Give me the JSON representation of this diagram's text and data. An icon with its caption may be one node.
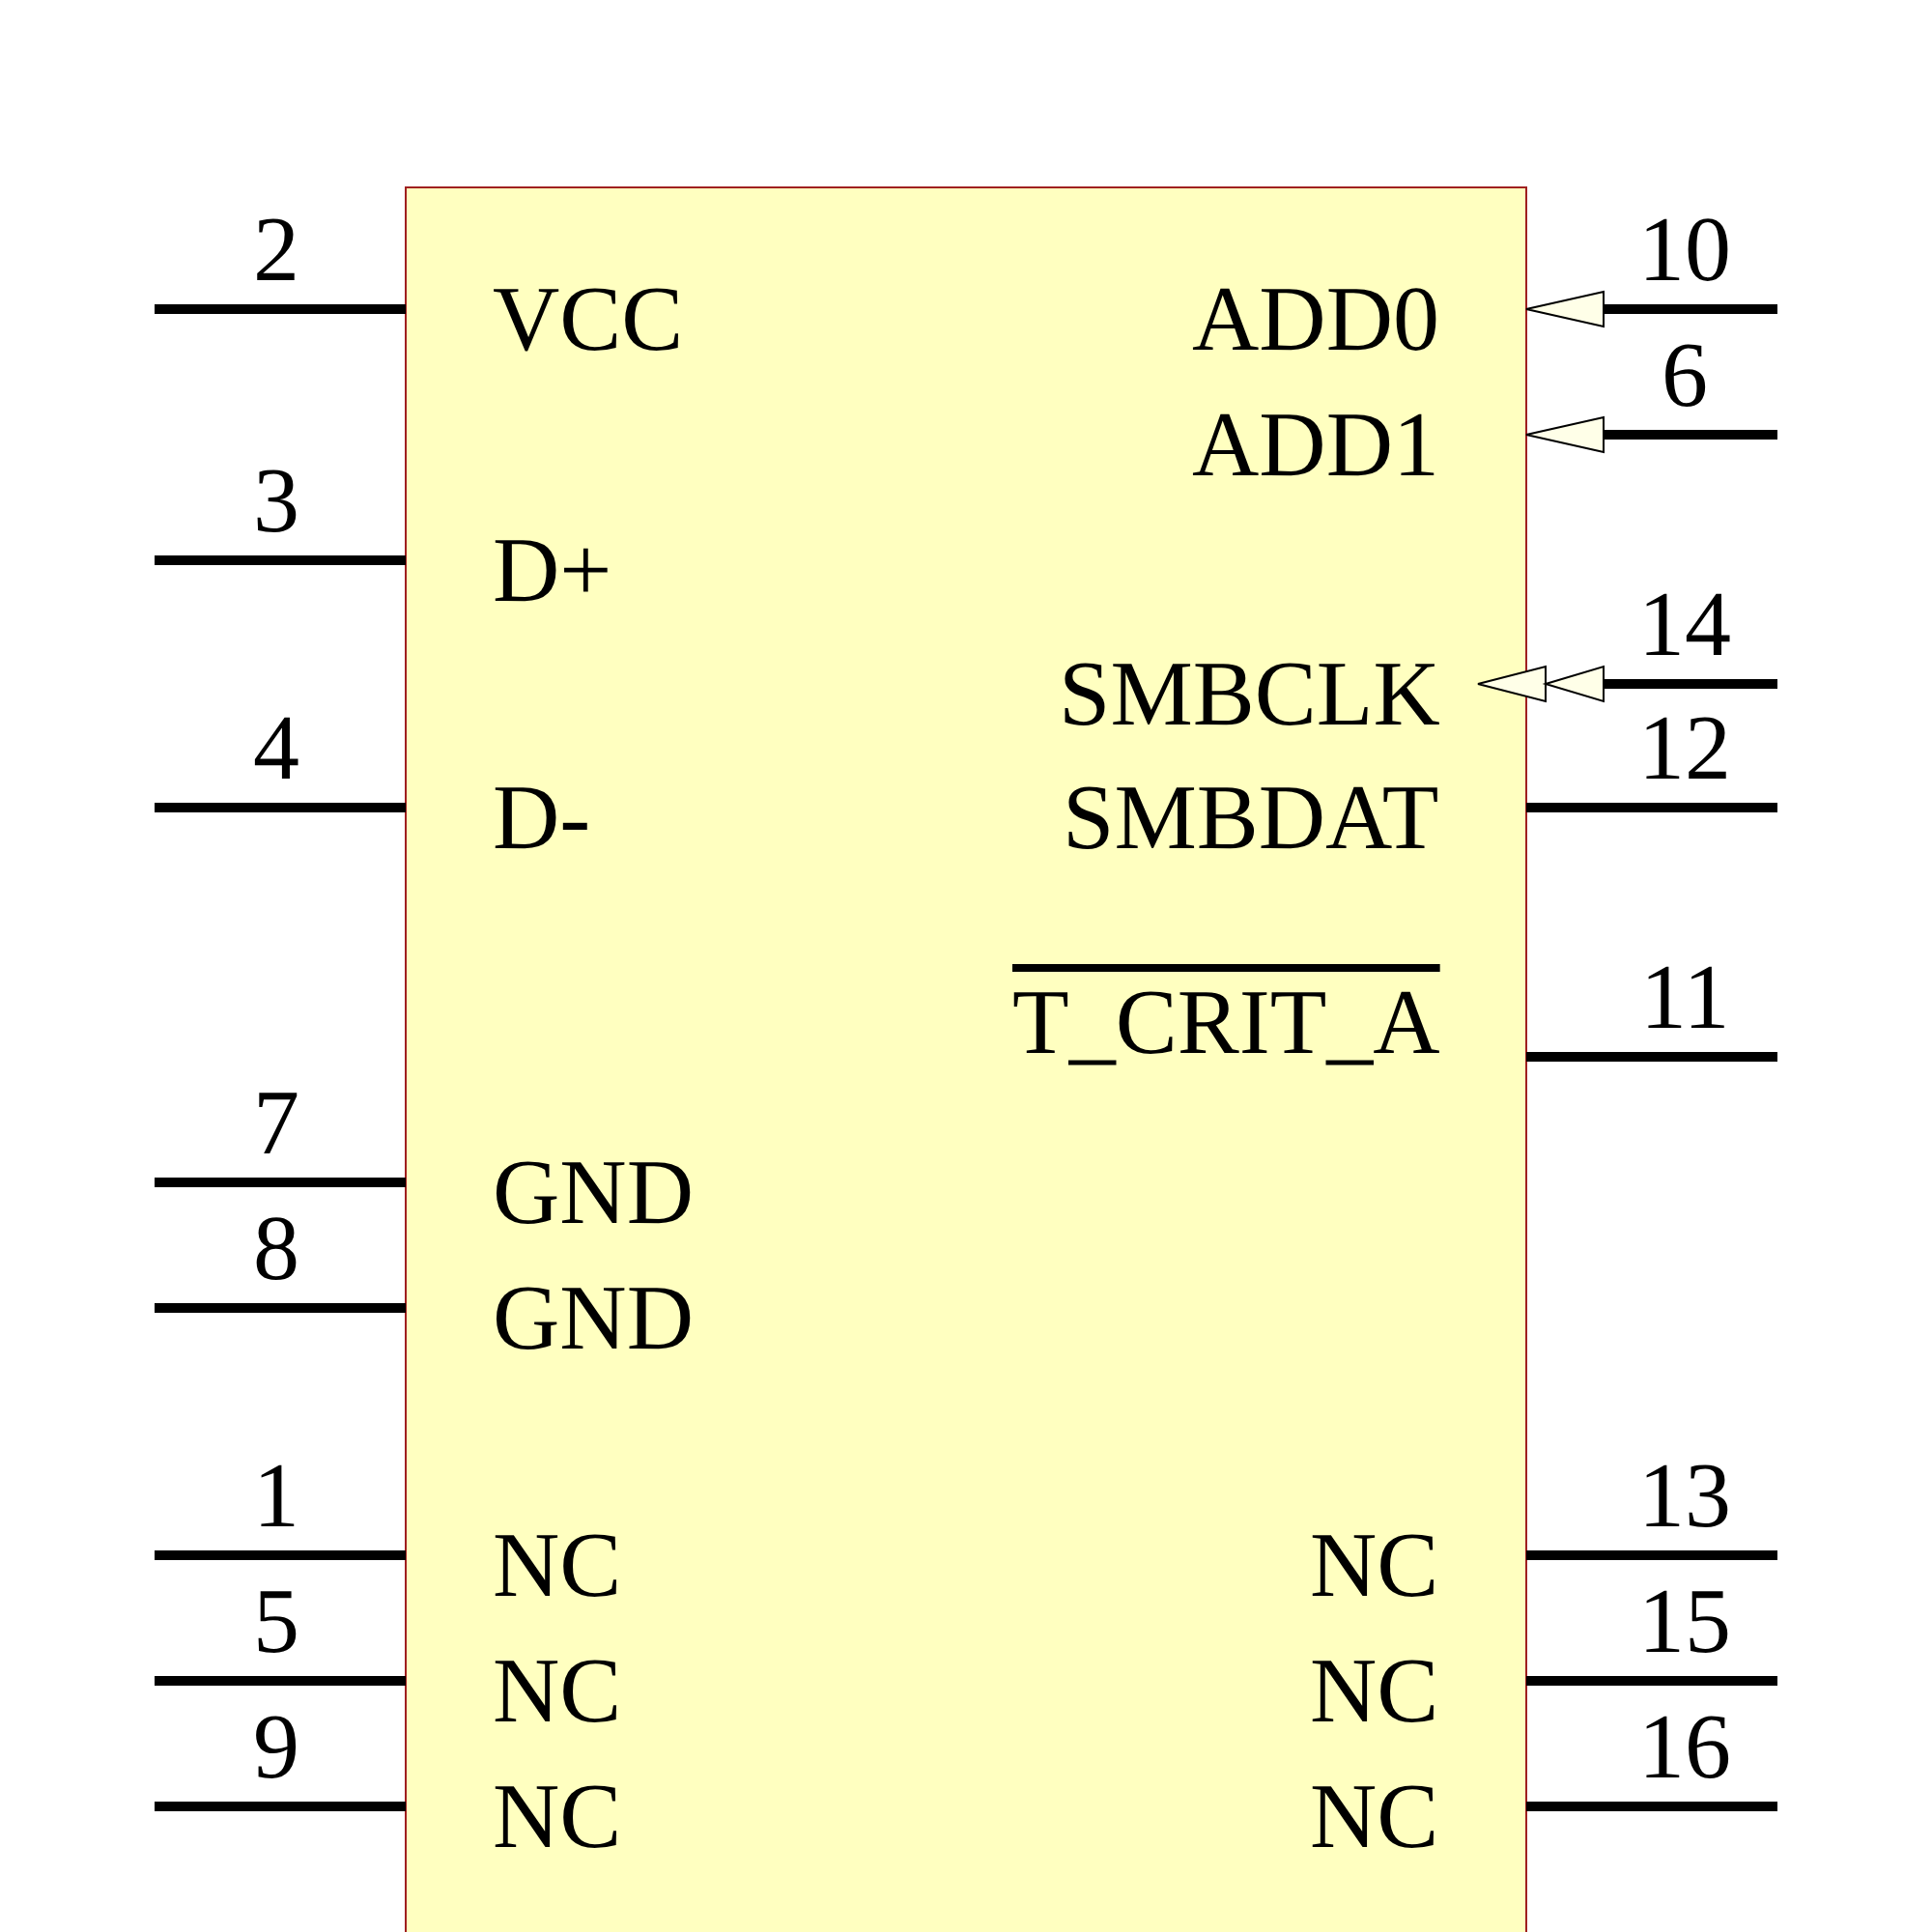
{
  "diagram": {
    "labels": [
      "2",
      "VCC",
      "3",
      "D+",
      "4",
      "D-",
      "7",
      "GND",
      "8",
      "GND",
      "1",
      "NC",
      "5",
      "NC",
      "9",
      "NC",
      "10",
      "ADD0",
      "6",
      "ADD1",
      "14",
      "SMBCLK",
      "12",
      "SMBDAT",
      "11",
      "T_CRIT_A",
      "13",
      "NC",
      "15",
      "NC",
      "16",
      "NC"
    ]
  }
}
